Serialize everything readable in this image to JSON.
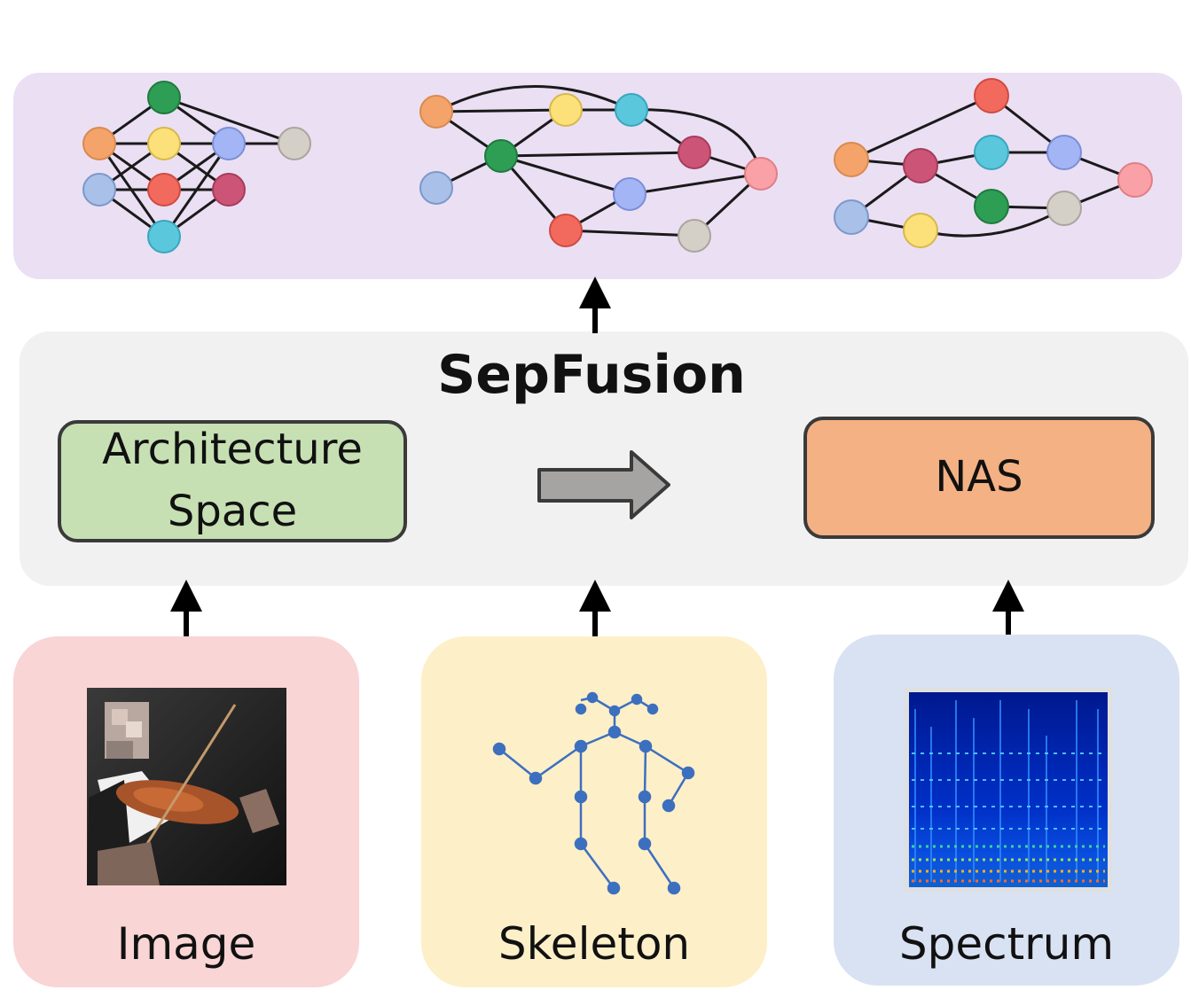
{
  "title": "SepFusion",
  "boxes": {
    "architecture_space": "Architecture Space",
    "nas": "NAS"
  },
  "inputs": {
    "image": "Image",
    "skeleton": "Skeleton",
    "spectrum": "Spectrum"
  },
  "colors": {
    "top_panel": "#ebdff4",
    "middle_panel": "#f1f1f1",
    "architecture_box": "#c6e0b4",
    "nas_box": "#f4b183",
    "image_card": "#f9d5d5",
    "skeleton_card": "#fdefc8",
    "spectrum_card": "#d8e2f2",
    "skeleton_joints": "#3d6fbf"
  }
}
